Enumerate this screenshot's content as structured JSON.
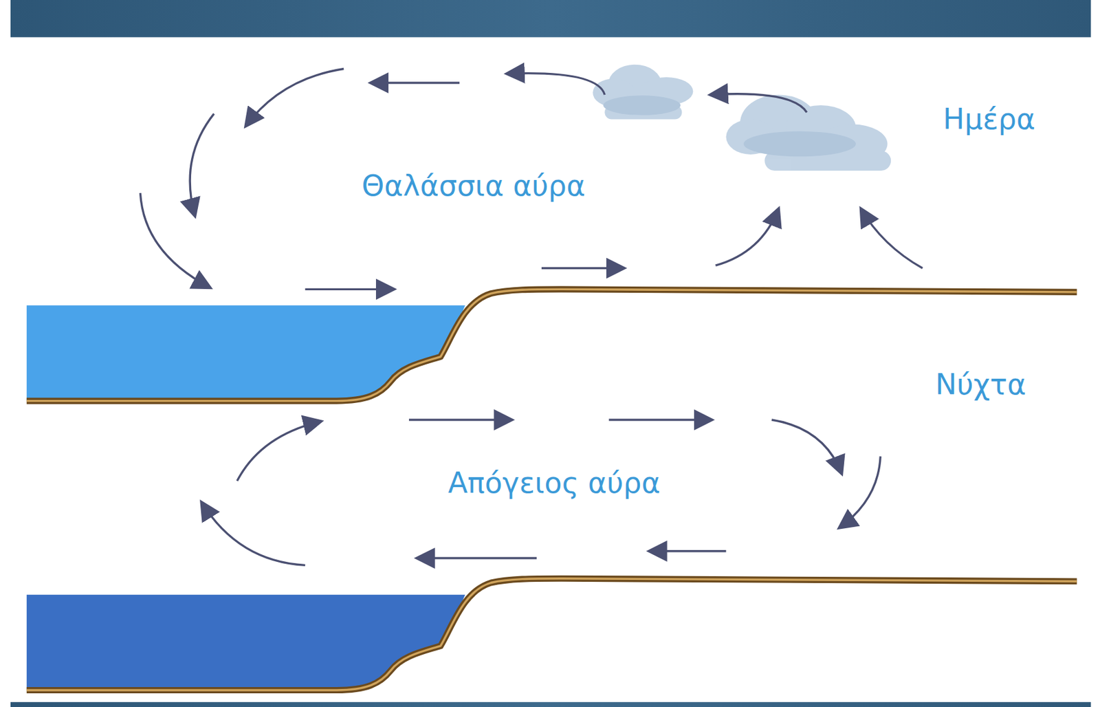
{
  "diagram": {
    "labels": [
      "Ημέρα",
      "Θαλάσσια αύρα",
      "Νύχτα",
      "Απόγειος αύρα"
    ]
  }
}
